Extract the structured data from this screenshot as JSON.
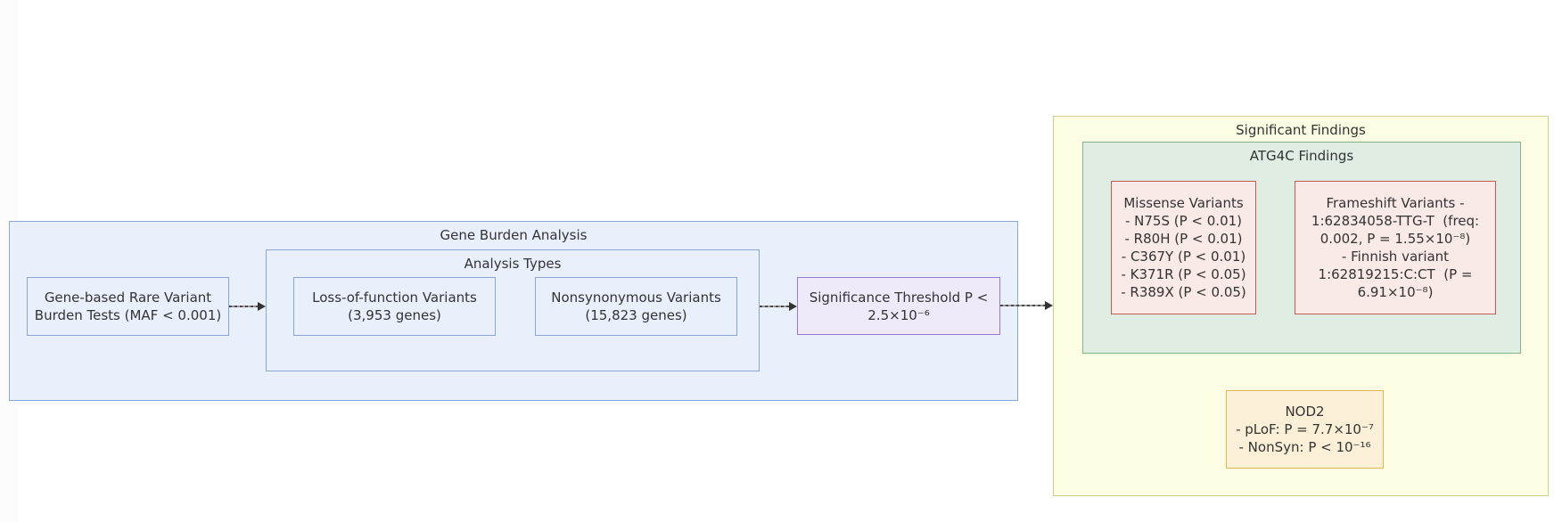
{
  "diagram": {
    "gene_burden": {
      "title": "Gene Burden Analysis",
      "maf_node": {
        "lines": [
          "Gene-based Rare Variant",
          "Burden Tests (MAF < 0.001)"
        ]
      },
      "analysis_types": {
        "title": "Analysis Types",
        "lof_node": {
          "lines": [
            "Loss-of-function Variants",
            "(3,953 genes)"
          ]
        },
        "nonsyn_node": {
          "lines": [
            "Nonsynonymous Variants",
            "(15,823 genes)"
          ]
        }
      },
      "threshold_node": {
        "lines": [
          "Significance Threshold P <",
          "2.5×10⁻⁶"
        ]
      }
    },
    "significant_findings": {
      "title": "Significant Findings",
      "atg4c": {
        "title": "ATG4C Findings",
        "missense_node": {
          "lines": [
            "Missense Variants",
            "- N75S (P < 0.01)",
            "- R80H (P < 0.01)",
            "- C367Y (P < 0.01)",
            "- K371R (P < 0.05)",
            "- R389X (P < 0.05)"
          ]
        },
        "frameshift_node": {
          "lines": [
            "Frameshift Variants -",
            "1:62834058-TTG-T  (freq:",
            "0.002, P = 1.55×10⁻⁸)",
            "- Finnish variant",
            "1:62819215:C:CT  (P =",
            "6.91×10⁻⁸)"
          ]
        }
      },
      "nod2_node": {
        "lines": [
          "NOD2",
          "- pLoF: P = 7.7×10⁻⁷",
          "- NonSyn: P < 10⁻¹⁶"
        ]
      }
    }
  },
  "colors": {
    "canvas_bg": "#ffffff",
    "text": "#333333",
    "arrow_head": "#333333",
    "blue_fill": "#e9f0fb",
    "blue_border": "#87a6d1",
    "purple_fill": "#efeafa",
    "purple_border": "#9678d2",
    "yellow_fill": "#fdfde4",
    "yellow_border": "#cfcf8a",
    "green_fill": "#dfede2",
    "green_border": "#84b287",
    "pink_fill": "#f9e9e7",
    "pink_border": "#c35b50",
    "gold_fill": "#fbf0d7",
    "gold_border": "#d8b84f"
  }
}
